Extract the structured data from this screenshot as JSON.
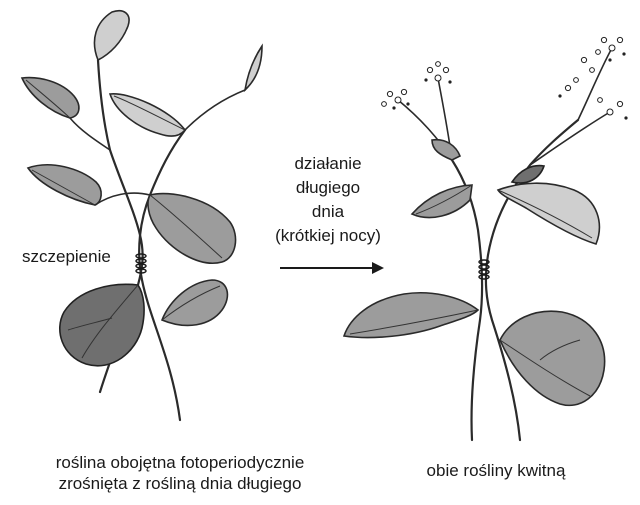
{
  "labels": {
    "graft": "szczepienie",
    "action_lines": [
      "działanie",
      "długiego",
      "dnia",
      "(krótkiej nocy)"
    ],
    "caption_left_lines": [
      "roślina obojętna fotoperiodycznie",
      "zrośnięta z rośliną dnia długiego"
    ],
    "caption_right": "obie rośliny kwitną"
  },
  "colors": {
    "leaf_mid": "#9c9c9c",
    "leaf_light": "#cfcfcf",
    "leaf_dark": "#6f6f6f",
    "outline": "#2a2a2a"
  }
}
